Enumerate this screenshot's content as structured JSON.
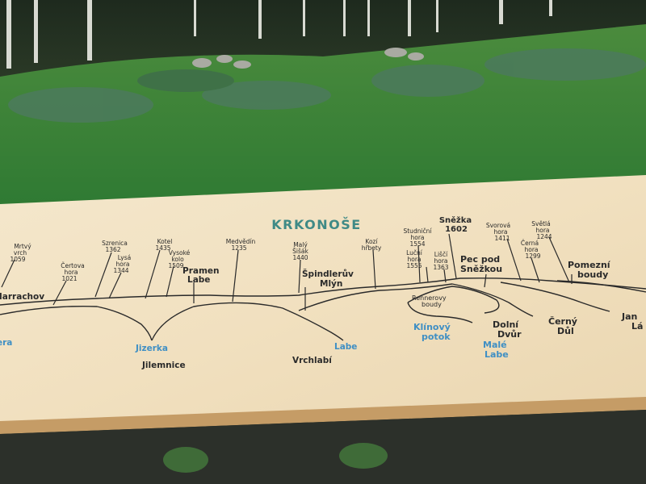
{
  "sign": {
    "title": "KRKONOŠE",
    "peaks": [
      {
        "name": "Mrtvý",
        "sub": "vrch",
        "elev": "1059"
      },
      {
        "name": "Čertova",
        "sub": "hora",
        "elev": "1021"
      },
      {
        "name": "Szrenica",
        "elev": "1362"
      },
      {
        "name": "Lysá",
        "sub": "hora",
        "elev": "1344"
      },
      {
        "name": "Kotel",
        "elev": "1435"
      },
      {
        "name": "Vysoké",
        "sub": "kolo",
        "elev": "1509"
      },
      {
        "name": "Medvědín",
        "elev": "1235"
      },
      {
        "name": "Malý",
        "sub": "Šišák",
        "elev": "1440"
      },
      {
        "name": "Kozí",
        "sub": "hřbety"
      },
      {
        "name": "Studniční",
        "sub": "hora",
        "elev": "1554"
      },
      {
        "name": "Luční",
        "sub": "hora",
        "elev": "1555"
      },
      {
        "name": "Sněžka",
        "elev": "1602"
      },
      {
        "name": "Liščí",
        "sub": "hora",
        "elev": "1363"
      },
      {
        "name": "Svorová",
        "sub": "hora",
        "elev": "1411"
      },
      {
        "name": "Černá",
        "sub": "hora",
        "elev": "1299"
      },
      {
        "name": "Světlá",
        "sub": "hora",
        "elev": "1244"
      }
    ],
    "places": {
      "harrachov": "Harrachov",
      "pramen_labe_1": "Pramen",
      "pramen_labe_2": "Labe",
      "spindleruv_1": "Špindlerův",
      "spindleruv_2": "Mlýn",
      "pec_1": "Pec pod",
      "pec_2": "Sněžkou",
      "pomezni_1": "Pomezní",
      "pomezni_2": "boudy",
      "rennerovy_1": "Rennerovy",
      "rennerovy_2": "boudy",
      "dolni_1": "Dolní",
      "dolni_2": "Dvůr",
      "cerny_1": "Černý",
      "cerny_2": "Důl",
      "jan_1": "Jan",
      "jan_2": "Lá",
      "jilemnice": "Jilemnice",
      "vrchlabi": "Vrchlabí"
    },
    "rivers": {
      "jizera": "era",
      "jizerka": "Jizerka",
      "labe": "Labe",
      "klinovy_1": "Klínový",
      "klinovy_2": "potok",
      "male_labe_1": "Malé",
      "male_labe_2": "Labe"
    }
  },
  "colors": {
    "board": "#f2e3c6",
    "board_edge": "#b98f5c",
    "title": "#3f8a86",
    "river": "#3f8fc4",
    "ink": "#2a2a2a",
    "grass": "#3e8a3a"
  }
}
